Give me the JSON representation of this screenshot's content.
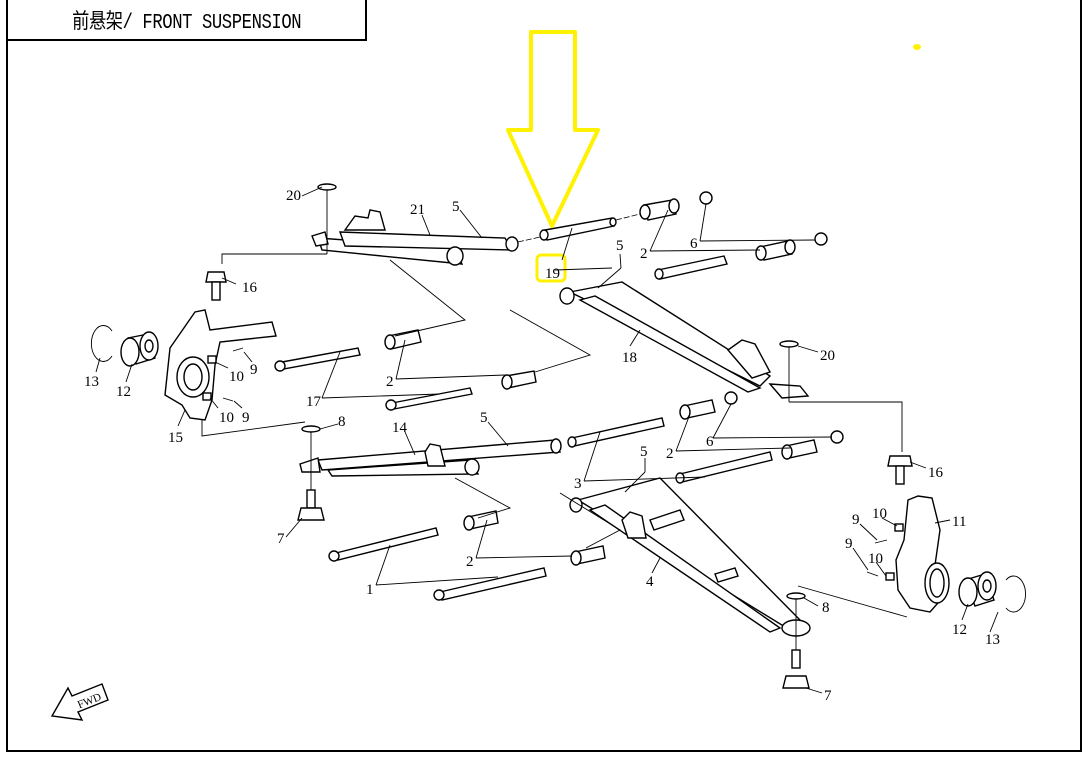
{
  "title": "前悬架/ FRONT SUSPENSION",
  "fwd_label": "FWD",
  "highlight_color": "#FFF200",
  "highlighted_part": "19",
  "parts": [
    {
      "id": "20a",
      "label": "20"
    },
    {
      "id": "21",
      "label": "21"
    },
    {
      "id": "5a",
      "label": "5"
    },
    {
      "id": "19",
      "label": "19"
    },
    {
      "id": "2a",
      "label": "2"
    },
    {
      "id": "6a",
      "label": "6"
    },
    {
      "id": "5b",
      "label": "5"
    },
    {
      "id": "16a",
      "label": "16"
    },
    {
      "id": "13a",
      "label": "13"
    },
    {
      "id": "12a",
      "label": "12"
    },
    {
      "id": "10a",
      "label": "10"
    },
    {
      "id": "9a",
      "label": "9"
    },
    {
      "id": "10b",
      "label": "10"
    },
    {
      "id": "9b",
      "label": "9"
    },
    {
      "id": "15",
      "label": "15"
    },
    {
      "id": "17",
      "label": "17"
    },
    {
      "id": "2b",
      "label": "2"
    },
    {
      "id": "18",
      "label": "18"
    },
    {
      "id": "20b",
      "label": "20"
    },
    {
      "id": "8a",
      "label": "8"
    },
    {
      "id": "14",
      "label": "14"
    },
    {
      "id": "5c",
      "label": "5"
    },
    {
      "id": "3",
      "label": "3"
    },
    {
      "id": "5d",
      "label": "5"
    },
    {
      "id": "2c",
      "label": "2"
    },
    {
      "id": "6b",
      "label": "6"
    },
    {
      "id": "16b",
      "label": "16"
    },
    {
      "id": "7a",
      "label": "7"
    },
    {
      "id": "2d",
      "label": "2"
    },
    {
      "id": "1",
      "label": "1"
    },
    {
      "id": "4",
      "label": "4"
    },
    {
      "id": "9c",
      "label": "9"
    },
    {
      "id": "10c",
      "label": "10"
    },
    {
      "id": "11",
      "label": "11"
    },
    {
      "id": "9d",
      "label": "9"
    },
    {
      "id": "10d",
      "label": "10"
    },
    {
      "id": "8b",
      "label": "8"
    },
    {
      "id": "12b",
      "label": "12"
    },
    {
      "id": "13b",
      "label": "13"
    },
    {
      "id": "7b",
      "label": "7"
    }
  ]
}
